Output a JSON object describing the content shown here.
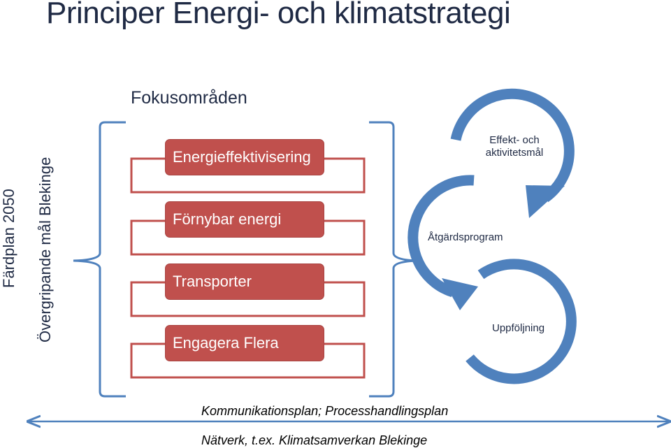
{
  "title": "Principer Energi- och klimatstrategi",
  "focus_heading": "Fokusområden",
  "vertical_labels": {
    "line1": "Färdplan 2050",
    "line2": "Övergripande mål Blekinge"
  },
  "focus_areas": [
    {
      "label": "Energieffektivisering"
    },
    {
      "label": "Förnybar energi"
    },
    {
      "label": "Transporter"
    },
    {
      "label": "Engagera Flera"
    }
  ],
  "cycle": {
    "top": {
      "line1": "Effekt- och",
      "line2": "aktivitetsmål"
    },
    "left": "Åtgärdsprogram",
    "bottom": "Uppföljning"
  },
  "bottom": {
    "line1": "Kommunikationsplan; Processhandlingsplan",
    "line2": "Nätverk, t.ex. Klimatsamverkan Blekinge"
  },
  "colors": {
    "accent": "#4f81bd",
    "box": "#c0504d",
    "text": "#1f2a44"
  }
}
